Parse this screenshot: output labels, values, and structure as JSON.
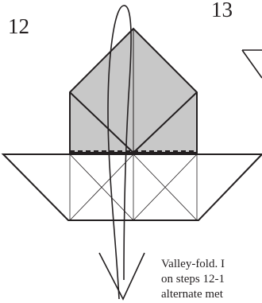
{
  "steps": {
    "current": "12",
    "next": "13"
  },
  "caption": {
    "line1": "Valley-fold. I",
    "line2": "on steps 12-1",
    "line3": "alternate met"
  },
  "colors": {
    "ink": "#231f20",
    "paper_shaded": "#c8c8c8",
    "paper_white": "#ffffff"
  },
  "icons": {
    "arrow": "valley-fold-arrow"
  }
}
